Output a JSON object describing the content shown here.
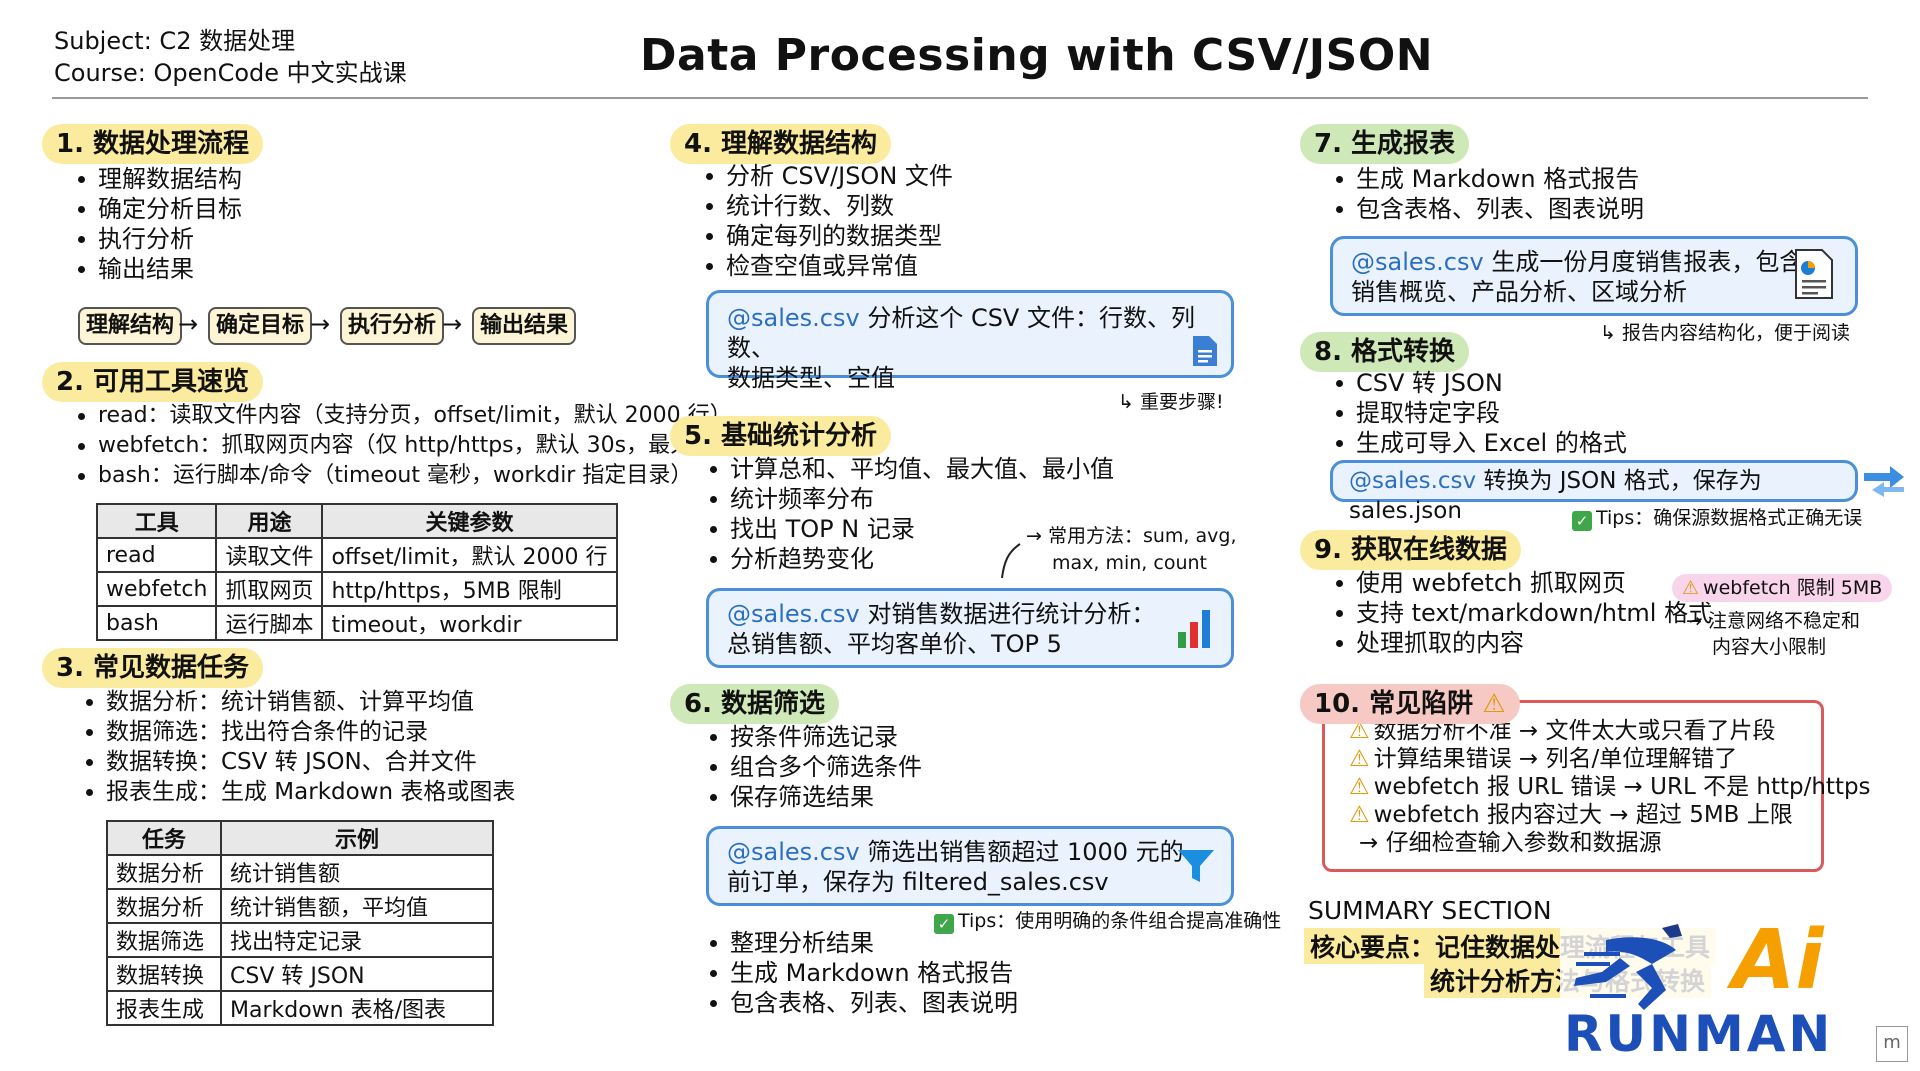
{
  "header": {
    "subject": "Subject: C2 数据处理",
    "course": "Course: OpenCode 中文实战课",
    "title": "Data Processing with CSV/JSON"
  },
  "s1": {
    "heading": "1. 数据处理流程",
    "items": [
      "理解数据结构",
      "确定分析目标",
      "执行分析",
      "输出结果"
    ],
    "flow": [
      "理解结构",
      "确定目标",
      "执行分析",
      "输出结果"
    ]
  },
  "s2": {
    "heading": "2. 可用工具速览",
    "items": [
      "read：读取文件内容（支持分页，offset/limit，默认 2000 行）",
      "webfetch：抓取网页内容（仅 http/https，默认 30s，最大 120s）",
      "bash：运行脚本/命令（timeout 毫秒，workdir 指定目录）"
    ],
    "table": {
      "headers": [
        "工具",
        "用途",
        "关键参数"
      ],
      "rows": [
        [
          "read",
          "读取文件",
          "offset/limit，默认 2000 行"
        ],
        [
          "webfetch",
          "抓取网页",
          "http/https，5MB 限制"
        ],
        [
          "bash",
          "运行脚本",
          "timeout，workdir"
        ]
      ]
    }
  },
  "s3": {
    "heading": "3. 常见数据任务",
    "items": [
      "数据分析：统计销售额、计算平均值",
      "数据筛选：找出符合条件的记录",
      "数据转换：CSV 转 JSON、合并文件",
      "报表生成：生成 Markdown 表格或图表"
    ],
    "table": {
      "headers": [
        "任务",
        "示例"
      ],
      "rows": [
        [
          "数据分析",
          "统计销售额"
        ],
        [
          "数据分析",
          "统计销售额，平均值"
        ],
        [
          "数据筛选",
          "找出特定记录"
        ],
        [
          "数据转换",
          "CSV 转 JSON"
        ],
        [
          "报表生成",
          "Markdown 表格/图表"
        ]
      ]
    }
  },
  "s4": {
    "heading": "4. 理解数据结构",
    "items": [
      "分析 CSV/JSON 文件",
      "统计行数、列数",
      "确定每列的数据类型",
      "检查空值或异常值"
    ],
    "callout_tag": "@sales.csv",
    "callout_line1": " 分析这个 CSV 文件：行数、列数、",
    "callout_line2": "数据类型、空值",
    "note": "重要步骤!"
  },
  "s5": {
    "heading": "5. 基础统计分析",
    "items": [
      "计算总和、平均值、最大值、最小值",
      "统计频率分布",
      "找出 TOP N 记录",
      "分析趋势变化"
    ],
    "note_line1": "常用方法：sum, avg,",
    "note_line2": "max, min, count",
    "callout_tag": "@sales.csv",
    "callout_line1": " 对销售数据进行统计分析：",
    "callout_line2": "总销售额、平均客单价、TOP 5"
  },
  "s6": {
    "heading": "6. 数据筛选",
    "items": [
      "按条件筛选记录",
      "组合多个筛选条件",
      "保存筛选结果"
    ],
    "callout_tag": "@sales.csv",
    "callout_line1": " 筛选出销售额超过 1000 元的",
    "callout_line2": "前订单，保存为 filtered_sales.csv",
    "tips": "Tips：使用明确的条件组合提高准确性",
    "items2": [
      "整理分析结果",
      "生成 Markdown 格式报告",
      "包含表格、列表、图表说明"
    ]
  },
  "s7": {
    "heading": "7. 生成报表",
    "items": [
      "生成 Markdown 格式报告",
      "包含表格、列表、图表说明"
    ],
    "callout_tag": "@sales.csv",
    "callout_line1": " 生成一份月度销售报表，包含",
    "callout_line2": "销售概览、产品分析、区域分析",
    "note": "报告内容结构化，便于阅读"
  },
  "s8": {
    "heading": "8. 格式转换",
    "items": [
      "CSV 转 JSON",
      "提取特定字段",
      "生成可导入 Excel 的格式"
    ],
    "callout_tag": "@sales.csv",
    "callout_text": " 转换为 JSON 格式，保存为 sales.json",
    "tips": "Tips：确保源数据格式正确无误"
  },
  "s9": {
    "heading": "9. 获取在线数据",
    "items": [
      "使用 webfetch 抓取网页",
      "支持 text/markdown/html 格式",
      "处理抓取的内容"
    ],
    "warn_pill": "webfetch 限制 5MB",
    "note_line1": "注意网络不稳定和",
    "note_line2": "内容大小限制"
  },
  "s10": {
    "heading": "10. 常见陷阱",
    "items": [
      "数据分析不准 → 文件太大或只看了片段",
      "计算结果错误 → 列名/单位理解错了",
      "webfetch 报 URL 错误 → URL 不是 http/https",
      "webfetch 报内容过大 → 超过 5MB 上限"
    ],
    "footer": "→ 仔细检查输入参数和数据源"
  },
  "summary": {
    "title": "SUMMARY SECTION",
    "line1": "核心要点：记住数据处理流程与工具",
    "line2": "统计分析方法与格式转换"
  },
  "logo": {
    "ai": "Ai",
    "name": "RUNMAN",
    "corner": "m"
  },
  "colors": {
    "yellow": "#fbeb9e",
    "green": "#cfe8b7",
    "red": "#f7c9c4",
    "blue": "#4a8fd8",
    "warn": "#d95a5a"
  }
}
